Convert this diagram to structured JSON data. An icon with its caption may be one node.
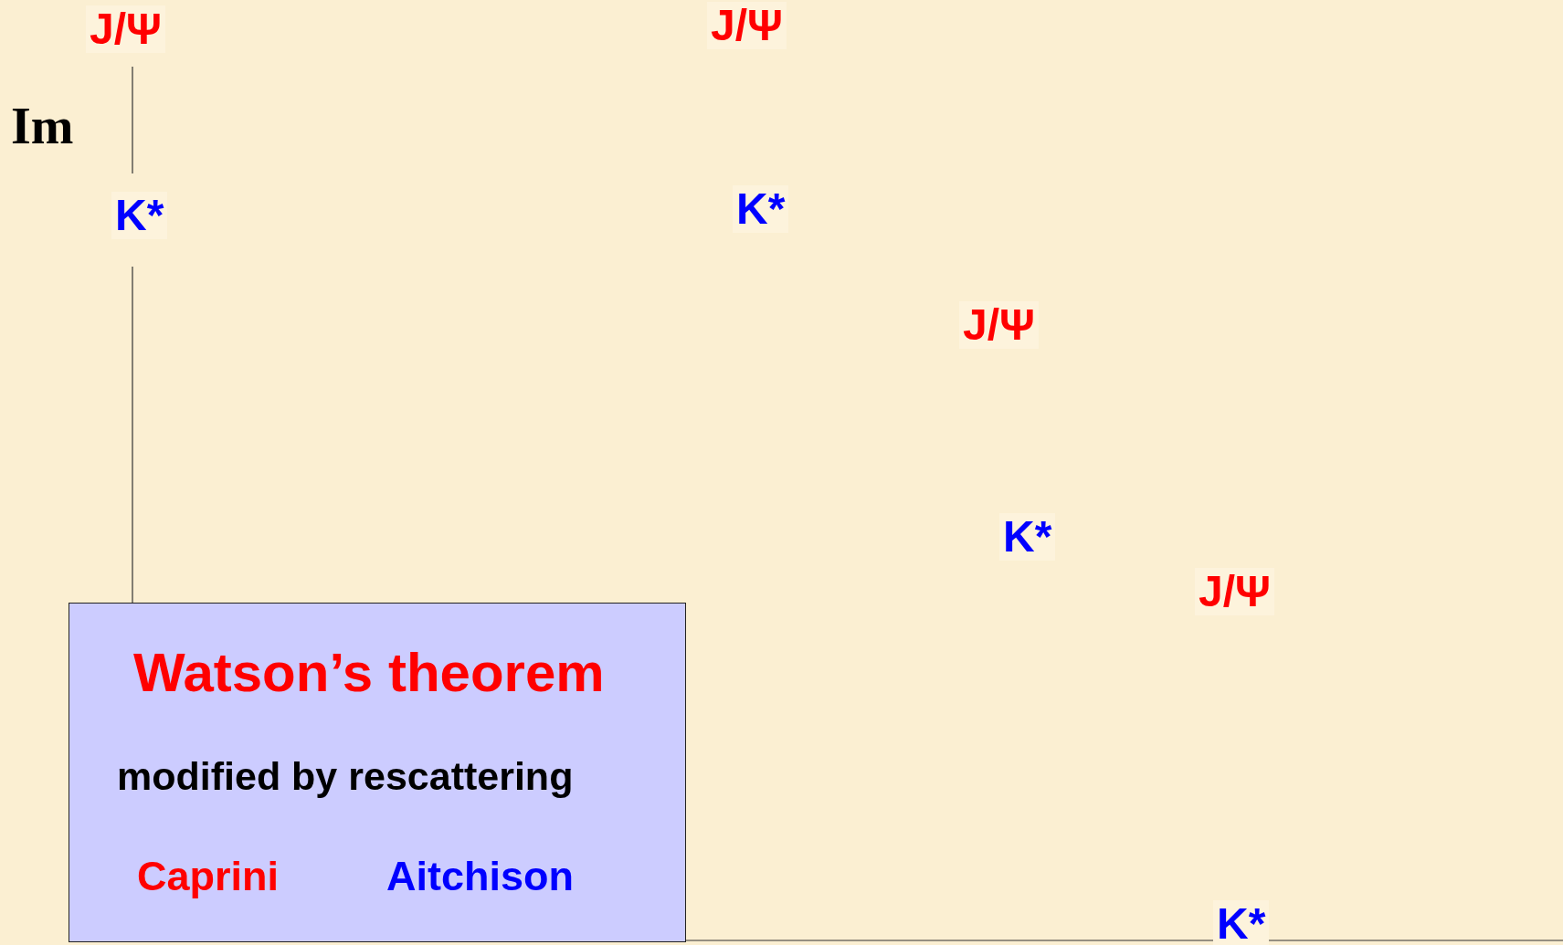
{
  "diagram": {
    "nodes": [
      {
        "text": [
          "Watson’s theorem",
          "modified by rescattering",
          "Caprini",
          "Aitchison"
        ]
      }
    ],
    "labels": [
      "J/Ψ",
      "J/Ψ",
      "Im",
      "K*",
      "K*",
      "J/Ψ",
      "K*",
      "J/Ψ",
      "K*"
    ]
  }
}
